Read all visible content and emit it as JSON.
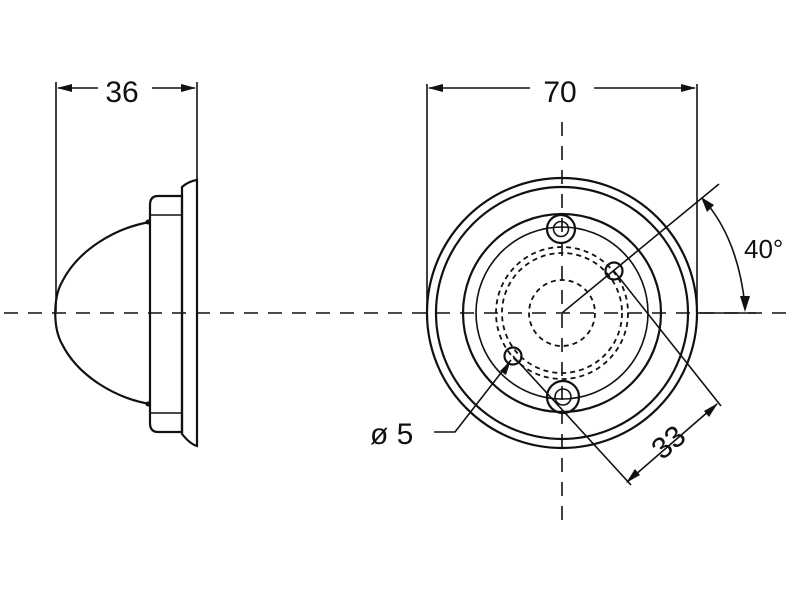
{
  "dimensions": {
    "side_width": "36",
    "front_width": "70",
    "angle": "40°",
    "hole_diameter": "ø 5",
    "hole_spacing": "33"
  }
}
